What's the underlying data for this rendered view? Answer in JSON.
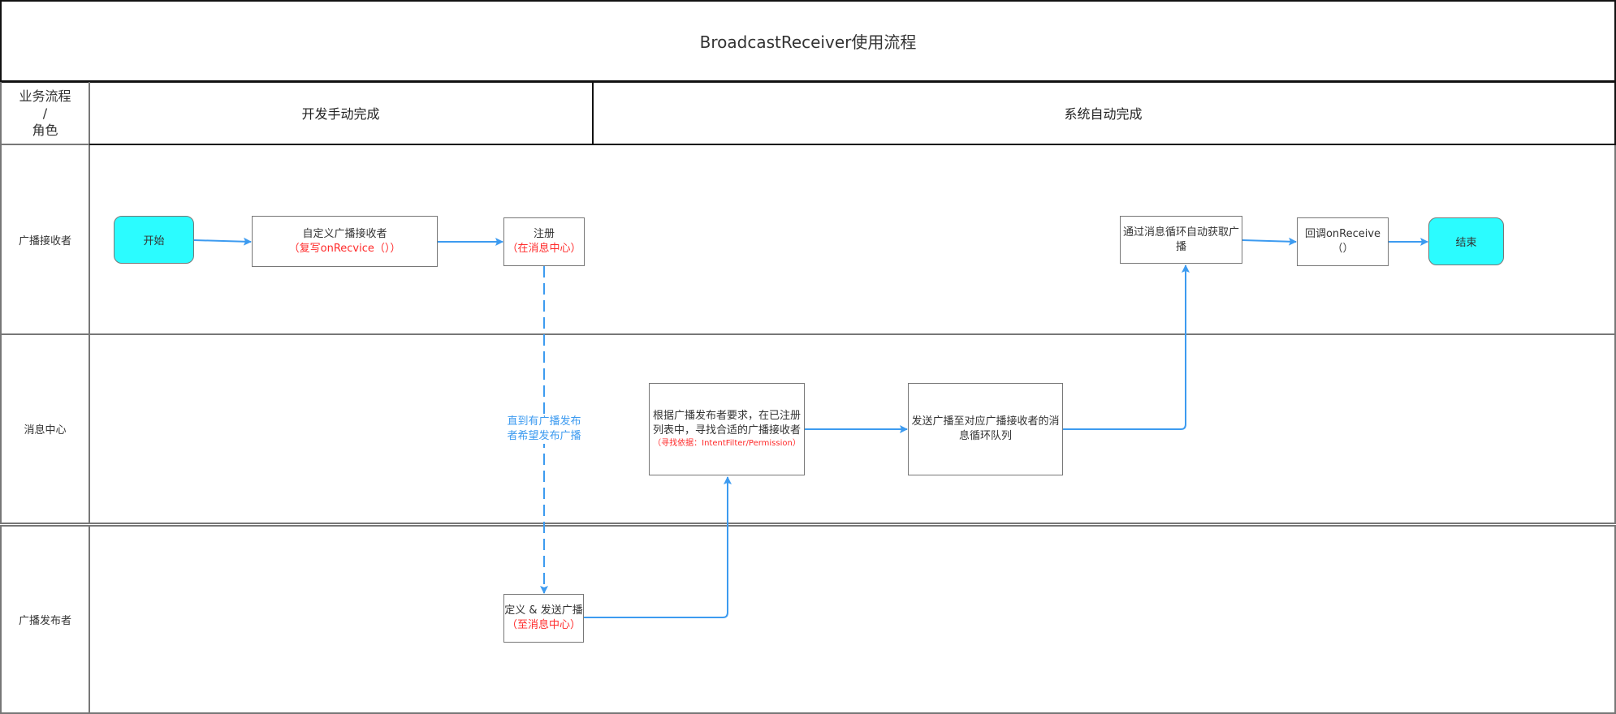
{
  "title": "BroadcastReceiver使用流程",
  "header": {
    "role_header_lines": [
      "业务流程",
      "/",
      "角色"
    ],
    "phases": [
      {
        "label": "开发手动完成"
      },
      {
        "label": "系统自动完成"
      }
    ]
  },
  "lanes": [
    {
      "label": "广播接收者"
    },
    {
      "label": "消息中心"
    },
    {
      "label": "广播发布者"
    }
  ],
  "nodes": {
    "start": {
      "label": "开始"
    },
    "custom_receiver": {
      "line1": "自定义广播接收者",
      "line2": "（复写onRecvice（））"
    },
    "register": {
      "line1": "注册",
      "line2": "（在消息中心）"
    },
    "define_send": {
      "line1": "定义 & 发送广播",
      "line2": "（至消息中心）"
    },
    "match": {
      "line1": "根据广播发布者要求，在已注册",
      "line2": "列表中，寻找合适的广播接收者",
      "line3": "（寻找依据：IntentFilter/Permission）"
    },
    "send_queue": {
      "line1": "发送广播至对应广播接收者的消",
      "line2": "息循环队列"
    },
    "loop_fetch": {
      "label": "通过消息循环自动获取广播"
    },
    "callback": {
      "label": "回调onReceive（）"
    },
    "end": {
      "label": "结束"
    }
  },
  "wait_note": {
    "line1": "直到有广播发布",
    "line2": "者希望发布广播"
  },
  "colors": {
    "terminal_fill": "#2bfcff",
    "arrow": "#3d9bf0",
    "highlight_text": "#ff2a2a",
    "border": "#777777"
  }
}
